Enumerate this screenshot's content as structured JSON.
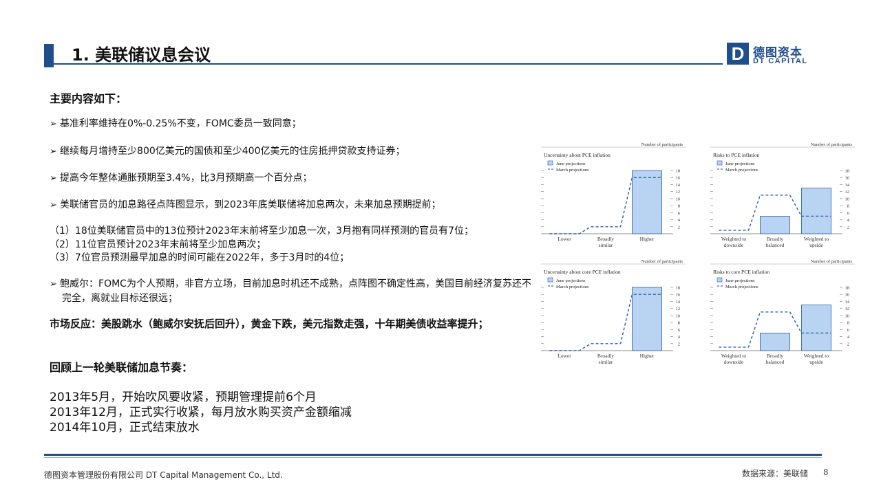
{
  "header": {
    "title": "1. 美联储议息会议"
  },
  "logo": {
    "mark": "D",
    "cn": "德图资本",
    "en": "DT CAPITAL"
  },
  "content": {
    "heading": "主要内容如下：",
    "bullets": [
      "基准利率维持在0%-0.25%不变，FOMC委员一致同意；",
      "继续每月增持至少800亿美元的国债和至少400亿美元的住房抵押贷款支持证券；",
      "提高今年整体通胀预期至3.4%，比3月预期高一个百分点；",
      "美联储官员的加息路径点阵图显示，到2023年底美联储将加息两次，未来加息预期提前；"
    ],
    "subs": [
      "（1）18位美联储官员中的13位预计2023年末前将至少加息一次，3月抱有同样预测的官员有7位；",
      "（2）11位官员预计2023年末前将至少加息两次；",
      "（3）7位官员预测最早加息的时间可能在2022年，多于3月时的4位；"
    ],
    "powell": "鲍威尔：FOMC为个人预期，非官方立场，目前加息时机还不成熟，点阵图不确定性高，美国目前经济复苏还不完全，离就业目标还很远；",
    "market": "市场反应：美股跳水（鲍威尔安抚后回升），黄金下跌，美元指数走强，十年期美债收益率提升；",
    "review_heading": "回顾上一轮美联储加息节奏：",
    "review_lines": [
      "2013年5月，开始吹风要收紧，预期管理提前6个月",
      "2013年12月，正式实行收紧，每月放水购买资产金额缩减",
      "2014年10月，正式结束放水"
    ]
  },
  "footer": {
    "company": "德图资本管理股份有限公司 DT Capital Management Co., Ltd.",
    "source": "数据来源：美联储",
    "page": "8"
  },
  "chart_data": [
    {
      "type": "bar",
      "title": "Uncertainty about PCE inflation",
      "ylabel": "Number of participants",
      "categories": [
        "Lower",
        "Broadly similar",
        "Higher"
      ],
      "series": [
        {
          "name": "June projections",
          "style": "bar",
          "values": [
            0,
            0,
            18
          ]
        },
        {
          "name": "March projections",
          "style": "dashed-line",
          "values": [
            0,
            2,
            16
          ]
        }
      ],
      "yticks": [
        2,
        4,
        6,
        8,
        10,
        12,
        14,
        16,
        18
      ],
      "ylim": [
        0,
        18
      ]
    },
    {
      "type": "bar",
      "title": "Risks to PCE inflation",
      "ylabel": "Number of participants",
      "categories": [
        "Weighted to downside",
        "Broadly balanced",
        "Weighted to upside"
      ],
      "series": [
        {
          "name": "June projections",
          "style": "bar",
          "values": [
            0,
            5,
            13
          ]
        },
        {
          "name": "March projections",
          "style": "dashed-line",
          "values": [
            1,
            11,
            5
          ]
        }
      ],
      "yticks": [
        2,
        4,
        6,
        8,
        10,
        12,
        14,
        16,
        18
      ],
      "ylim": [
        0,
        18
      ]
    },
    {
      "type": "bar",
      "title": "Uncertainty about core PCE inflation",
      "ylabel": "Number of participants",
      "categories": [
        "Lower",
        "Broadly similar",
        "Higher"
      ],
      "series": [
        {
          "name": "June projections",
          "style": "bar",
          "values": [
            0,
            0,
            18
          ]
        },
        {
          "name": "March projections",
          "style": "dashed-line",
          "values": [
            0,
            2,
            16
          ]
        }
      ],
      "yticks": [
        2,
        4,
        6,
        8,
        10,
        12,
        14,
        16,
        18
      ],
      "ylim": [
        0,
        18
      ]
    },
    {
      "type": "bar",
      "title": "Risks to core PCE inflation",
      "ylabel": "Number of participants",
      "categories": [
        "Weighted to downside",
        "Broadly balanced",
        "Weighted to upside"
      ],
      "series": [
        {
          "name": "June projections",
          "style": "bar",
          "values": [
            0,
            5,
            13
          ]
        },
        {
          "name": "March projections",
          "style": "dashed-line",
          "values": [
            1,
            11,
            5
          ]
        }
      ],
      "yticks": [
        2,
        4,
        6,
        8,
        10,
        12,
        14,
        16,
        18
      ],
      "ylim": [
        0,
        18
      ]
    }
  ]
}
